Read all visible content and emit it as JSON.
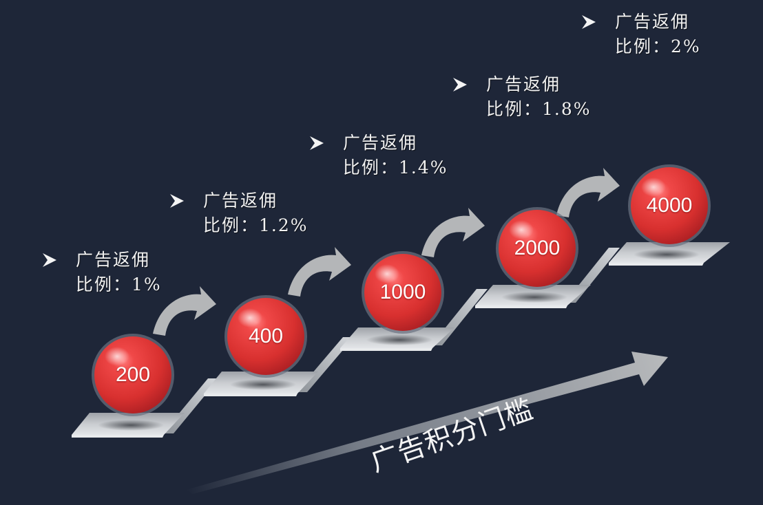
{
  "colors": {
    "background": "#1e2638",
    "sphere": "#e03a3c",
    "sphere_highlight": "#ff8a8a",
    "platform": "#b9bdc2",
    "arrow": "#b4b6b8",
    "text": "#f2f2f2"
  },
  "steps": [
    {
      "threshold": "200",
      "label_line1": "广告返佣",
      "label_line2": "比例：1%"
    },
    {
      "threshold": "400",
      "label_line1": "广告返佣",
      "label_line2": "比例：1.2%"
    },
    {
      "threshold": "1000",
      "label_line1": "广告返佣",
      "label_line2": "比例：1.4%"
    },
    {
      "threshold": "2000",
      "label_line1": "广告返佣",
      "label_line2": "比例：1.8%"
    },
    {
      "threshold": "4000",
      "label_line1": "广告返佣",
      "label_line2": "比例：2%"
    }
  ],
  "axis": {
    "label": "广告积分门槛",
    "icon": "trend-arrow-icon"
  },
  "icons": {
    "bullet": "arrowhead-bullet-icon",
    "connector": "curved-arrow-icon"
  }
}
